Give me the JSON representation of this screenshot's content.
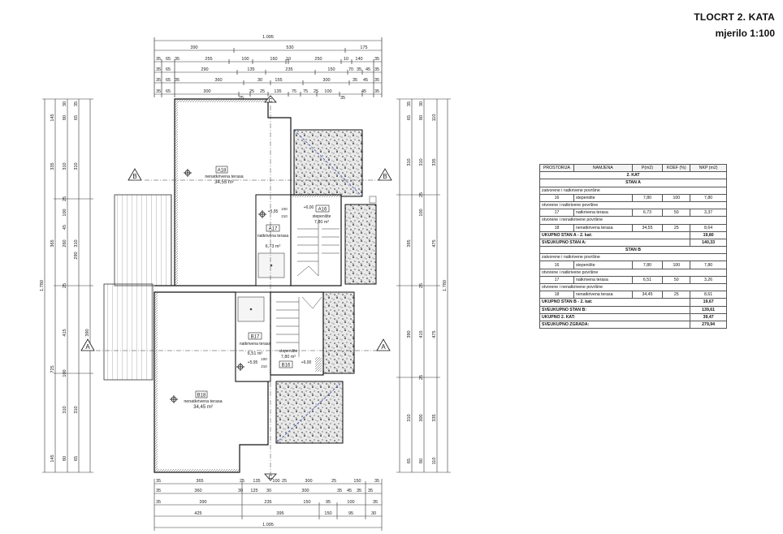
{
  "title": "TLOCRT 2. KATA",
  "scale": "mjerilo 1:100",
  "dims": {
    "overall_width": "1.095",
    "overall_height": "1.780",
    "top_row1": [
      "390",
      "530",
      "175"
    ],
    "top_row2": [
      "35",
      "65",
      "35",
      "255",
      "100",
      "160",
      "10",
      "250",
      "10",
      "140",
      "35"
    ],
    "top_row3": [
      "35",
      "65",
      "290",
      "135",
      "235",
      "150",
      "70",
      "35",
      "45",
      "35"
    ],
    "top_row4": [
      "35",
      "65",
      "35",
      "360",
      "30",
      "155",
      "300",
      "35",
      "45",
      "35"
    ],
    "top_row5": [
      "35",
      "65",
      "300",
      "25",
      "25",
      "25",
      "135",
      "75",
      "75",
      "25",
      "100",
      "35",
      "45",
      "35"
    ],
    "bot_row1": [
      "35",
      "365",
      "25",
      "135",
      "100",
      "25",
      "300",
      "25",
      "150",
      "35"
    ],
    "bot_row2": [
      "35",
      "360",
      "30",
      "125",
      "30",
      "300",
      "35",
      "45",
      "35",
      "35"
    ],
    "bot_row3": [
      "35",
      "390",
      "235",
      "150",
      "95",
      "100",
      "35"
    ],
    "bot_row4": [
      "425",
      "395",
      "150",
      "95",
      "30"
    ],
    "left_col1": [
      "145",
      "335",
      "365",
      "725",
      "145"
    ],
    "left_col2": [
      "30",
      "80",
      "310",
      "25",
      "100",
      "45",
      "260",
      "25",
      "415",
      "100",
      "310",
      "80"
    ],
    "left_col3": [
      "35",
      "65",
      "310",
      "310",
      "290",
      "390",
      "310",
      "65"
    ],
    "right_col1": [
      "110",
      "335",
      "475",
      "475",
      "335",
      "110"
    ],
    "right_col2": [
      "30",
      "80",
      "310",
      "25",
      "100",
      "25",
      "415",
      "25",
      "300",
      "80"
    ],
    "right_col3": [
      "35",
      "65",
      "310",
      "395",
      "390",
      "310",
      "65"
    ]
  },
  "section_marks": [
    "B",
    "B",
    "A",
    "A",
    "C",
    "C"
  ],
  "rooms": {
    "a18": {
      "code": "A18",
      "name": "nenatkrivena terasa",
      "area": "34,55 m²"
    },
    "a17": {
      "code": "A17",
      "name": "natkrivena terasa",
      "area": "6,73 m²",
      "level": "+5,95",
      "dim1": "100",
      "dim2": "210"
    },
    "a16": {
      "code": "A16",
      "name": "stepenište",
      "area": "7,80 m²",
      "level": "+6,00"
    },
    "b17": {
      "code": "B17",
      "name": "natkrivena terasa",
      "area": "6,51 m²",
      "level": "+5,95",
      "dim1": "100",
      "dim2": "210"
    },
    "b16": {
      "code": "B16",
      "name": "stepenište",
      "area": "7,80 m²",
      "level": "+6,00"
    },
    "b18": {
      "code": "B18",
      "name": "nenatkrivena terasa",
      "area": "34,45 m²"
    }
  },
  "legend": {
    "headers": [
      "PROSTORIJA",
      "NAMJENA",
      "P(m2)",
      "KOEF (%)",
      "NKP (m2)"
    ],
    "floor": "2. KAT",
    "stan_a": "STAN A",
    "stan_b": "STAN B",
    "grp_closed": "zatvorene i natkrivene površine",
    "grp_open_covered": "otvorene i natkrivene površine",
    "grp_open": "otvorene i nenatkrivene površine",
    "rows_a": [
      {
        "no": "16",
        "name": "stepenište",
        "p": "7,80",
        "k": "100",
        "nkp": "7,80"
      },
      {
        "no": "17",
        "name": "natkrivena terasa",
        "p": "6,73",
        "k": "50",
        "nkp": "3,37"
      },
      {
        "no": "18",
        "name": "nenatkrivena terasa",
        "p": "34,55",
        "k": "25",
        "nkp": "8,64"
      }
    ],
    "rows_b": [
      {
        "no": "16",
        "name": "stepenište",
        "p": "7,80",
        "k": "100",
        "nkp": "7,80"
      },
      {
        "no": "17",
        "name": "natkrivena terasa",
        "p": "6,51",
        "k": "50",
        "nkp": "3,26"
      },
      {
        "no": "18",
        "name": "nenatkrivena terasa",
        "p": "34,45",
        "k": "25",
        "nkp": "8,61"
      }
    ],
    "total_a_label": "UKUPNO STAN A - 2. kat:",
    "total_a": "19,80",
    "grand_a_label": "SVEUKUPNO STAN A:",
    "grand_a": "140,33",
    "total_b_label": "UKUPNO STAN B - 2. kat:",
    "total_b": "19,67",
    "grand_b_label": "SVEUKUPNO STAN B:",
    "grand_b": "139,61",
    "total_floor_label": "UKUPNO 2. KAT:",
    "total_floor": "39,47",
    "total_building_label": "SVEUKUPNO ZGRADA:",
    "total_building": "279,94"
  }
}
